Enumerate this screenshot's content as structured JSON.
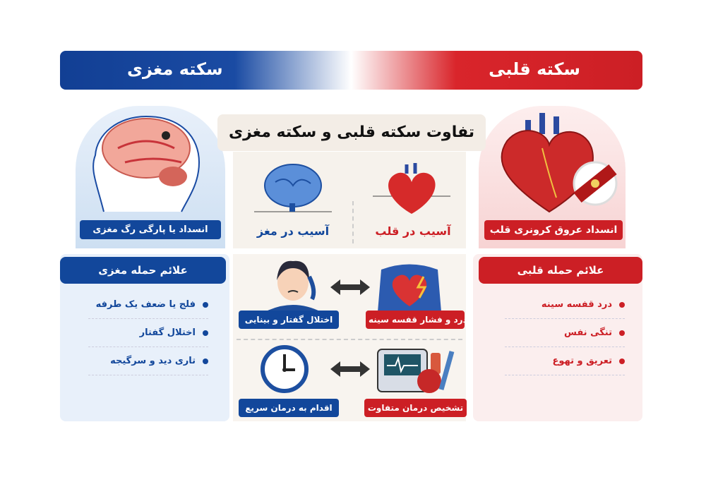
{
  "banner": {
    "left": "سکته مغزی",
    "right": "سکته قلبی"
  },
  "title": "تفاوت سکته قلبی و سکته مغزی",
  "stroke_panel": {
    "label": "انسداد یا  پارگی رگ مغزی"
  },
  "heart_panel": {
    "label": "انسداد عروق کرونری قلب"
  },
  "middle": {
    "brain_damage": "آسیب در مغز",
    "heart_damage": "آسیب در قلب",
    "stroke_symptom": "اختلال گفتار و بینایی",
    "heart_symptom": "درد و فشار قفسه سینه",
    "stroke_action": "اقدام به درمان سریع",
    "heart_action": "تشخیص درمان متفاوت"
  },
  "stroke_symptoms": {
    "heading": "علائم حمله مغزی",
    "items": [
      "فلج یا ضعف یک طرفه",
      "اختلال گفتار",
      "تاری دید و سرگیجه"
    ]
  },
  "heart_symptoms": {
    "heading": "علائم حمله قلبی",
    "items": [
      "درد قفسه سینه",
      "تنگی نفس",
      "تعریق و تهوع"
    ]
  },
  "colors": {
    "blue": "#12479b",
    "red": "#cc1f25"
  }
}
